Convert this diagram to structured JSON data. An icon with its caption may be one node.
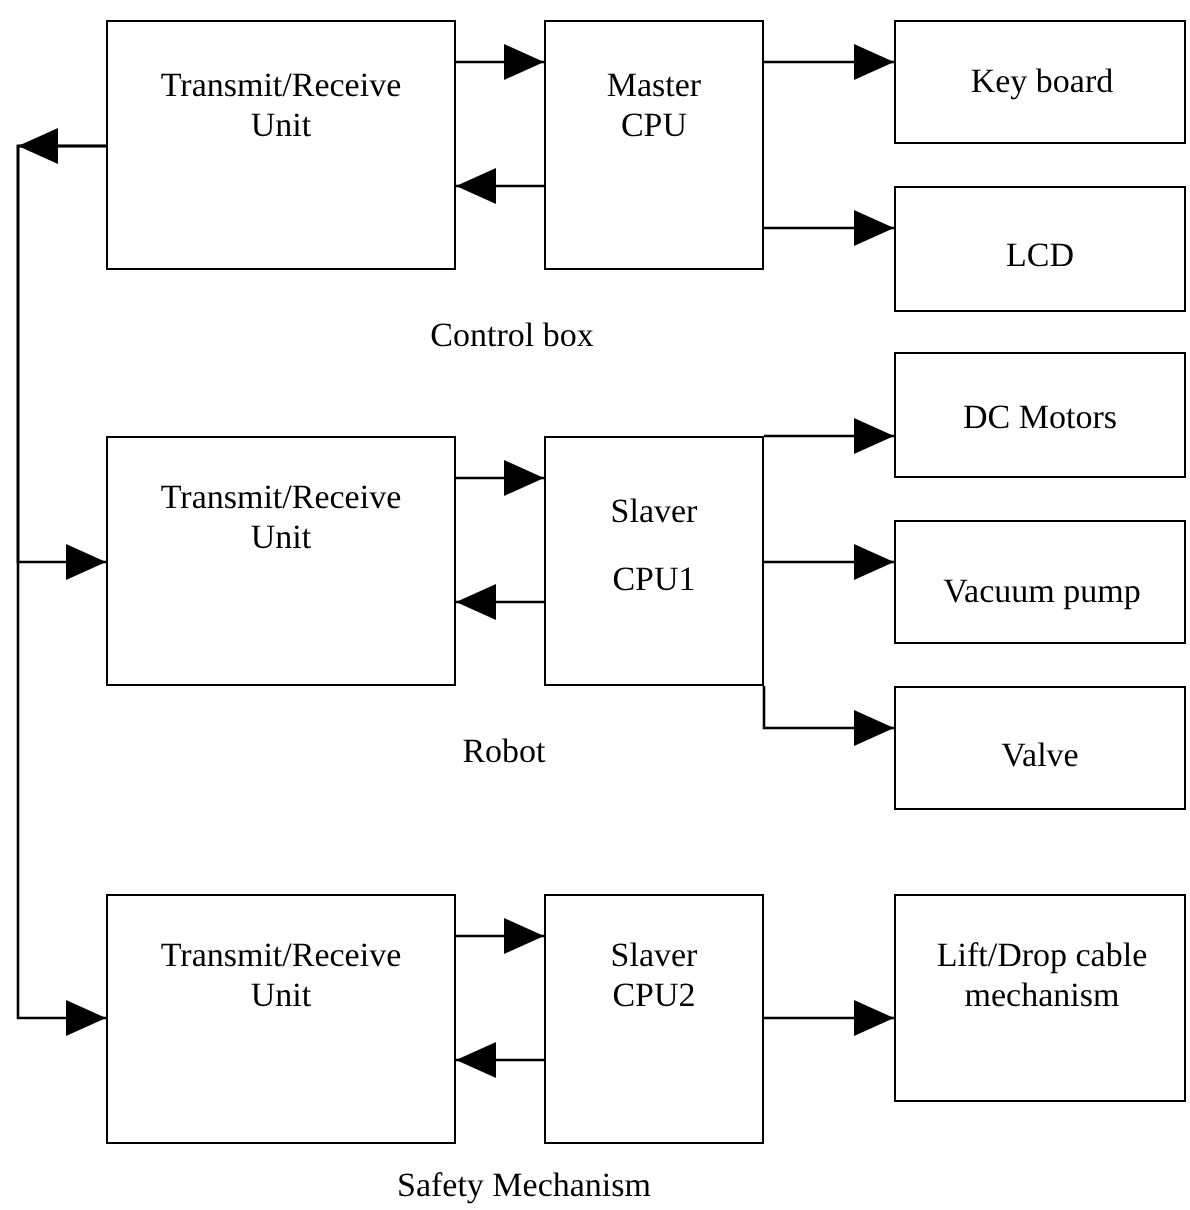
{
  "diagram": {
    "nodes": [
      {
        "text": [
          "Transmit/Receive Unit"
        ]
      },
      {
        "text": [
          "Master CPU"
        ]
      },
      {
        "text": [
          "Key board"
        ]
      },
      {
        "text": [
          "LCD"
        ]
      },
      {
        "text": [
          "Transmit/Receive Unit"
        ]
      },
      {
        "text": [
          "Slaver CPU1"
        ]
      },
      {
        "text": [
          "DC Motors"
        ]
      },
      {
        "text": [
          "Vacuum pump"
        ]
      },
      {
        "text": [
          "Valve"
        ]
      },
      {
        "text": [
          "Transmit/Receive Unit"
        ]
      },
      {
        "text": [
          "Slaver CPU2"
        ]
      },
      {
        "text": [
          "Lift/Drop cable mechanism"
        ]
      }
    ],
    "edges": [
      {
        "from": 0,
        "to": 1,
        "arrow": "to"
      },
      {
        "from": 1,
        "to": 0,
        "arrow": "to"
      },
      {
        "from": 1,
        "to": 2,
        "arrow": "to"
      },
      {
        "from": 1,
        "to": 3,
        "arrow": "to"
      },
      {
        "from": 0,
        "to": 4,
        "arrow": "to"
      },
      {
        "from": 0,
        "to": 9,
        "arrow": "to"
      },
      {
        "from": 4,
        "to": 5,
        "arrow": "to"
      },
      {
        "from": 5,
        "to": 4,
        "arrow": "to"
      },
      {
        "from": 5,
        "to": 6,
        "arrow": "to"
      },
      {
        "from": 5,
        "to": 7,
        "arrow": "to"
      },
      {
        "from": 5,
        "to": 8,
        "arrow": "to"
      },
      {
        "from": 9,
        "to": 10,
        "arrow": "to"
      },
      {
        "from": 10,
        "to": 9,
        "arrow": "to"
      },
      {
        "from": 10,
        "to": 11,
        "arrow": "to"
      }
    ],
    "labels": [
      "Control box",
      "Robot",
      "Safety Mechanism"
    ]
  }
}
